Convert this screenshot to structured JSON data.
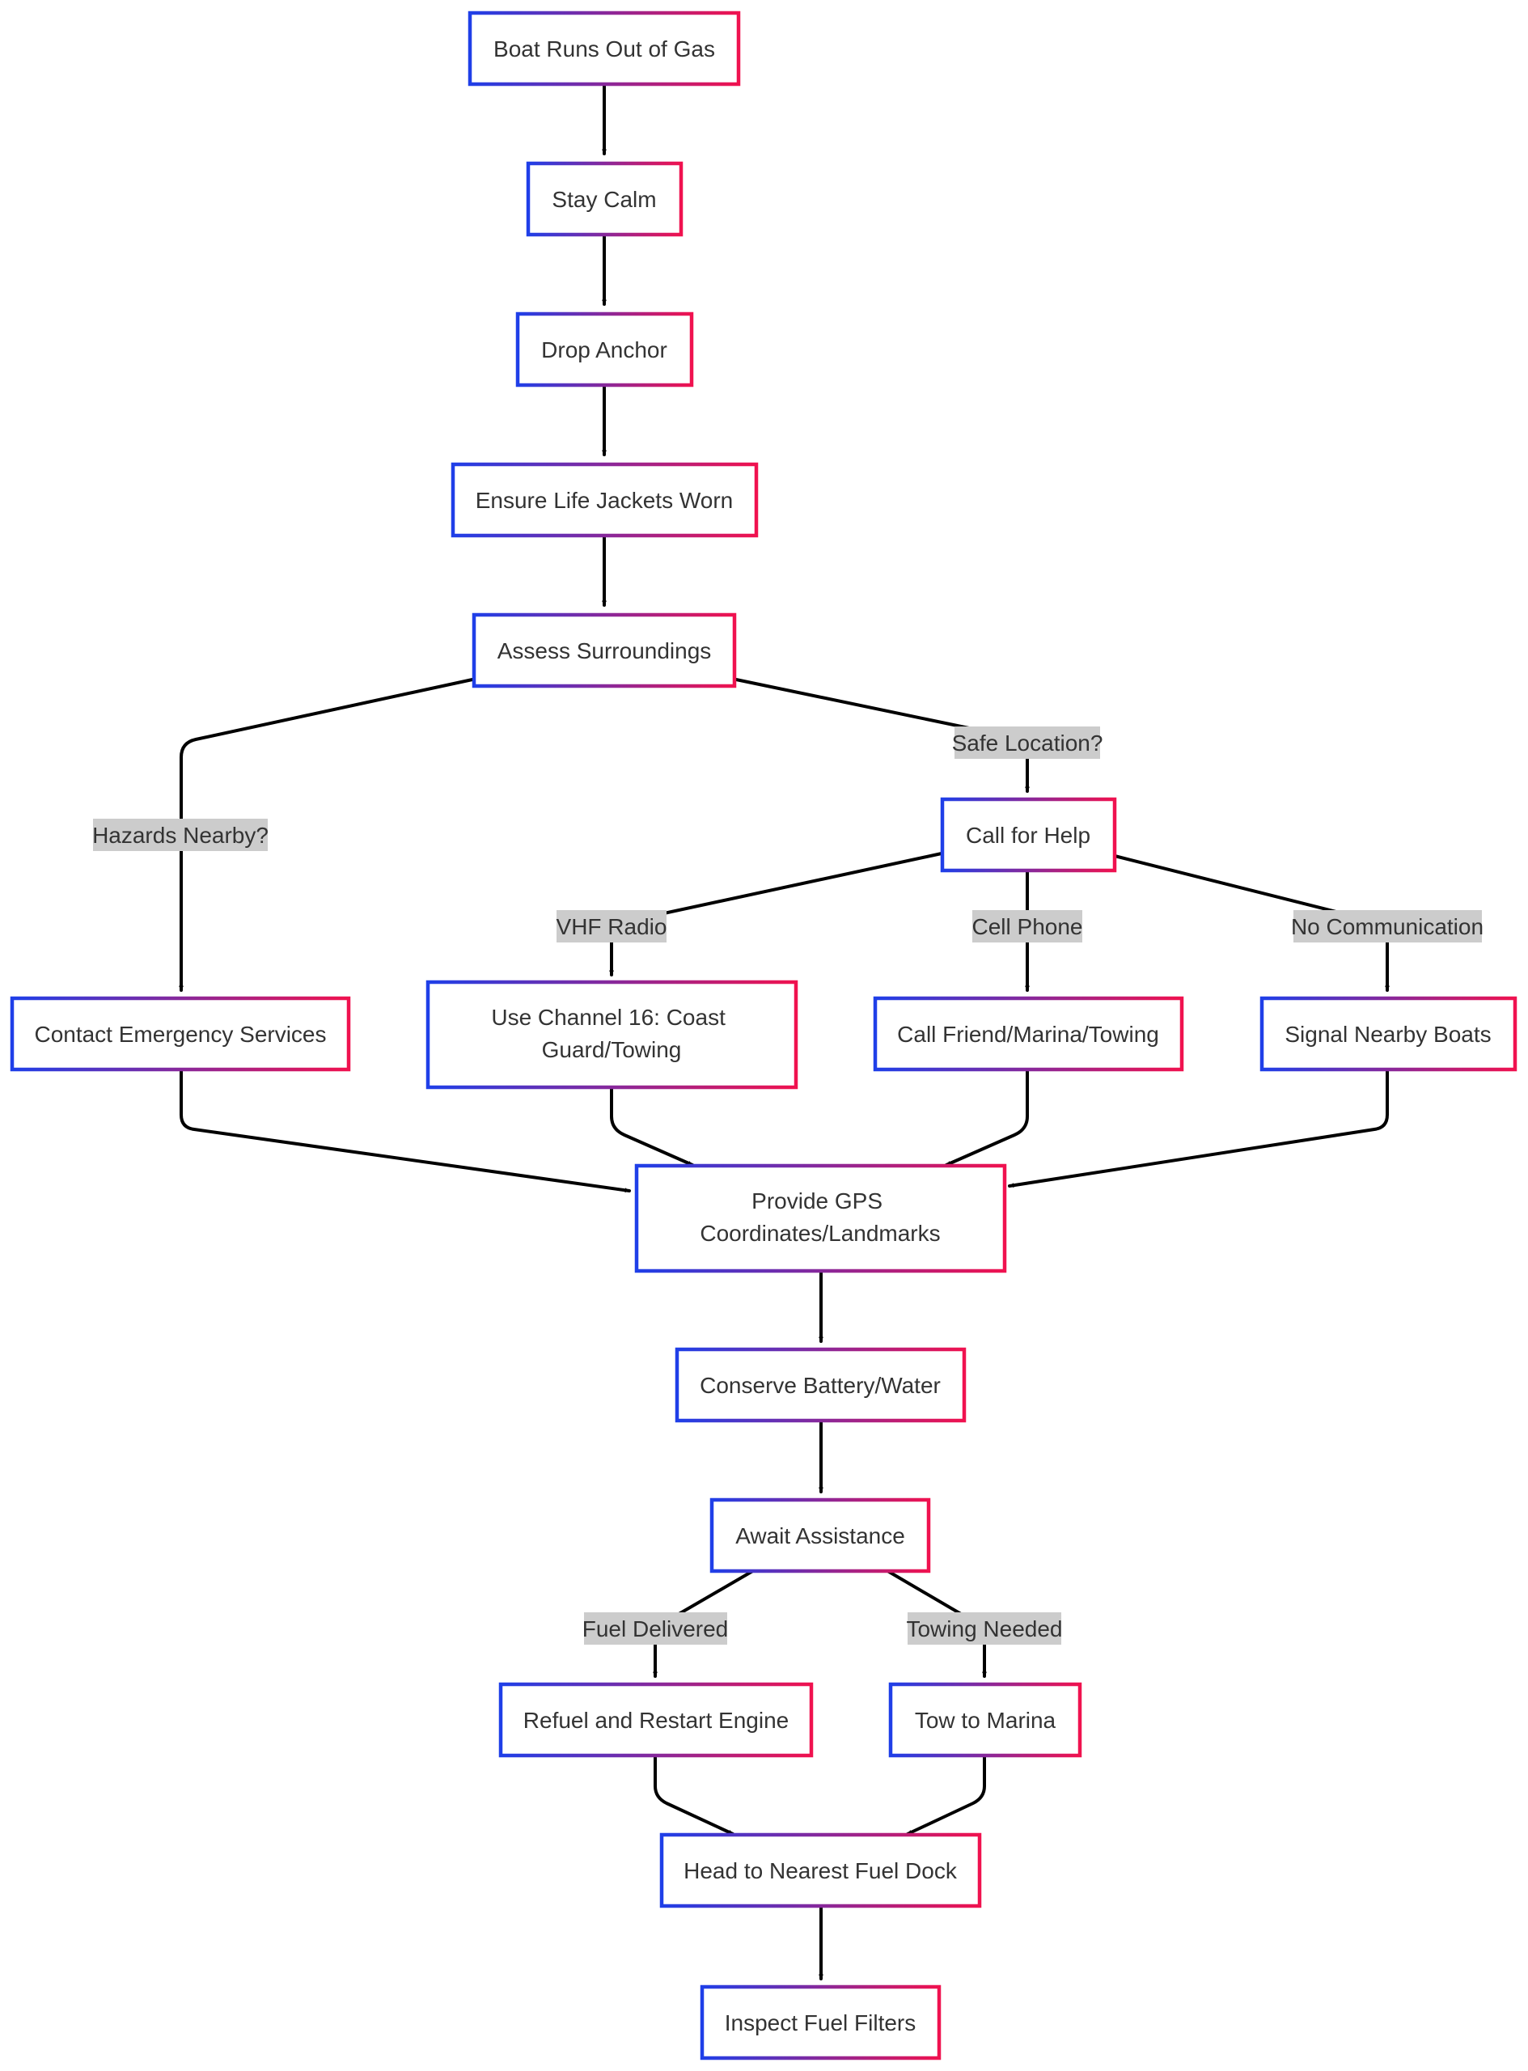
{
  "colors": {
    "node_border_start": "#1f3fe8",
    "node_border_end": "#f0124f",
    "edge": "#000000",
    "edge_label_bg": "#cccccc",
    "text": "#333333"
  },
  "nodes": {
    "boat_runs_out": [
      "Boat Runs Out of Gas"
    ],
    "stay_calm": [
      "Stay Calm"
    ],
    "drop_anchor": [
      "Drop Anchor"
    ],
    "life_jackets": [
      "Ensure Life Jackets Worn"
    ],
    "assess": [
      "Assess Surroundings"
    ],
    "call_help": [
      "Call for Help"
    ],
    "contact_emergency": [
      "Contact Emergency Services"
    ],
    "channel16": [
      "Use Channel 16: Coast",
      "Guard/Towing"
    ],
    "call_friend": [
      "Call Friend/Marina/Towing"
    ],
    "signal_boats": [
      "Signal Nearby Boats"
    ],
    "provide_gps": [
      "Provide GPS",
      "Coordinates/Landmarks"
    ],
    "conserve": [
      "Conserve Battery/Water"
    ],
    "await": [
      "Await Assistance"
    ],
    "refuel": [
      "Refuel and Restart Engine"
    ],
    "tow": [
      "Tow to Marina"
    ],
    "fuel_dock": [
      "Head to Nearest Fuel Dock"
    ],
    "inspect": [
      "Inspect Fuel Filters"
    ]
  },
  "edge_labels": {
    "safe_location": "Safe Location?",
    "hazards": "Hazards Nearby?",
    "vhf": "VHF Radio",
    "cell": "Cell Phone",
    "no_comm": "No Communication",
    "fuel_delivered": "Fuel Delivered",
    "towing_needed": "Towing Needed"
  }
}
